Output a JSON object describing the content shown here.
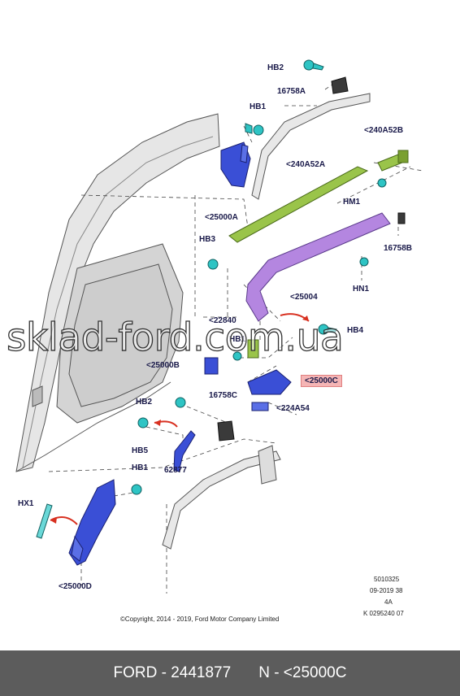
{
  "labels": {
    "hb2_top": "HB2",
    "p16758A": "16758A",
    "hb1_top": "HB1",
    "p240A52B": "<240A52B",
    "p240A52A": "<240A52A",
    "hm1": "HM1",
    "p25000A": "<25000A",
    "hb3": "HB3",
    "p16758B": "16758B",
    "hn1": "HN1",
    "p25004": "<25004",
    "p22840": "<22840",
    "hb4": "HB4",
    "hb1_mid": "HB1",
    "p25000B": "<25000B",
    "p25000C": "<25000C",
    "p16758C": "16758C",
    "hb2_low": "HB2",
    "p224A54": "<224A54",
    "hb5": "HB5",
    "p62877": "62877",
    "hb1_low": "HB1",
    "hx1": "HX1",
    "p25000D": "<25000D"
  },
  "ref_block": {
    "line1": "5010325",
    "line2": "09-2019 38",
    "line3": "4A",
    "line4": "K 0295240 07"
  },
  "copyright": "©Copyright, 2014 - 2019, Ford Motor Company Limited",
  "watermark": "sklad-ford.com.ua",
  "footer": {
    "left": "FORD - 2441877",
    "right": "N - <25000C"
  },
  "colors": {
    "hardware_blue": "#3a4fd6",
    "fastener_cyan": "#2ec4c4",
    "rail_green": "#8fbf3a",
    "rail_purple": "#a070d0",
    "highlight": "#f5b5b5",
    "arrow_red": "#d83020",
    "footer_bg": "#5c5c5c"
  }
}
